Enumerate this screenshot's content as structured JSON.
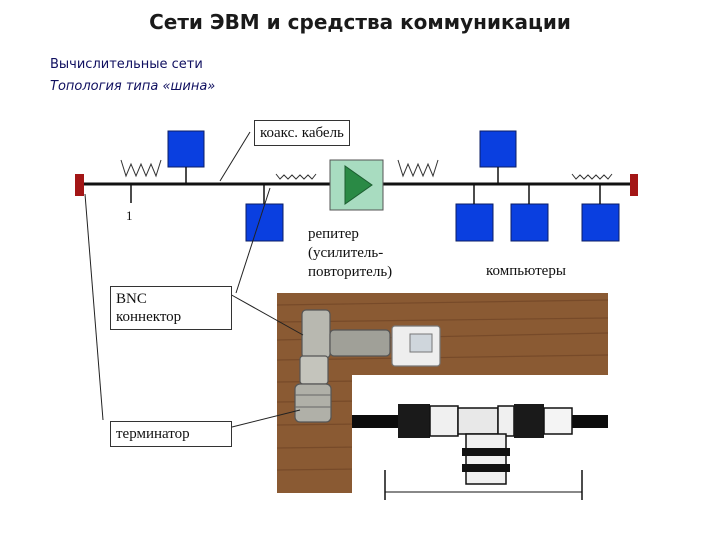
{
  "slide": {
    "title": "Сети ЭВМ и средства коммуникации",
    "subtitle1": "Вычислительные сети",
    "subtitle2": "Топология типа «шина»"
  },
  "labels": {
    "coax_cable": "коакс. кабель",
    "repeater_1": "репитер",
    "repeater_2": "(усилитель-",
    "repeater_3": "повторитель)",
    "computers": "компьютеры",
    "bnc_1": "BNC",
    "bnc_2": "коннектор",
    "terminator": "терминатор",
    "node_mark": "1"
  },
  "colors": {
    "computer_blue": "#0a3fe0",
    "bus_line": "#111111",
    "terminator_red": "#a31616",
    "repeater_green": "#2a8a45",
    "repeater_bg": "#a8dcc0",
    "photo_wood": "#8a5a33"
  }
}
